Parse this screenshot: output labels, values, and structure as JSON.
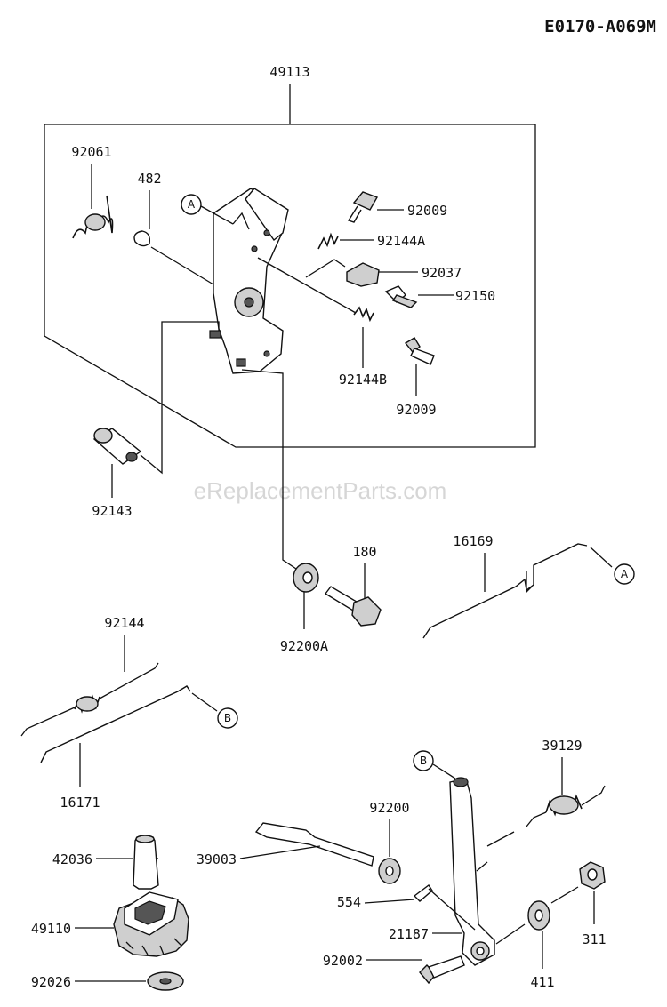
{
  "diagram_code": "E0170-A069M",
  "watermark": "eReplacementParts.com",
  "assembly_label": "49113",
  "parts": [
    {
      "key": "p92061",
      "label": "92061"
    },
    {
      "key": "p482",
      "label": "482"
    },
    {
      "key": "p92009a",
      "label": "92009"
    },
    {
      "key": "p92144a",
      "label": "92144A"
    },
    {
      "key": "p92037",
      "label": "92037"
    },
    {
      "key": "p92150",
      "label": "92150"
    },
    {
      "key": "p92144b",
      "label": "92144B"
    },
    {
      "key": "p92009b",
      "label": "92009"
    },
    {
      "key": "p92143",
      "label": "92143"
    },
    {
      "key": "p180",
      "label": "180"
    },
    {
      "key": "p92200a",
      "label": "92200A"
    },
    {
      "key": "p16169",
      "label": "16169"
    },
    {
      "key": "p92144",
      "label": "92144"
    },
    {
      "key": "p16171",
      "label": "16171"
    },
    {
      "key": "p39129",
      "label": "39129"
    },
    {
      "key": "p92200",
      "label": "92200"
    },
    {
      "key": "p42036",
      "label": "42036"
    },
    {
      "key": "p39003",
      "label": "39003"
    },
    {
      "key": "p554",
      "label": "554"
    },
    {
      "key": "p49110",
      "label": "49110"
    },
    {
      "key": "p21187",
      "label": "21187"
    },
    {
      "key": "p311",
      "label": "311"
    },
    {
      "key": "p92002",
      "label": "92002"
    },
    {
      "key": "p411",
      "label": "411"
    },
    {
      "key": "p92026",
      "label": "92026"
    }
  ],
  "callouts": {
    "a1": "A",
    "a2": "A",
    "b1": "B",
    "b2": "B"
  }
}
